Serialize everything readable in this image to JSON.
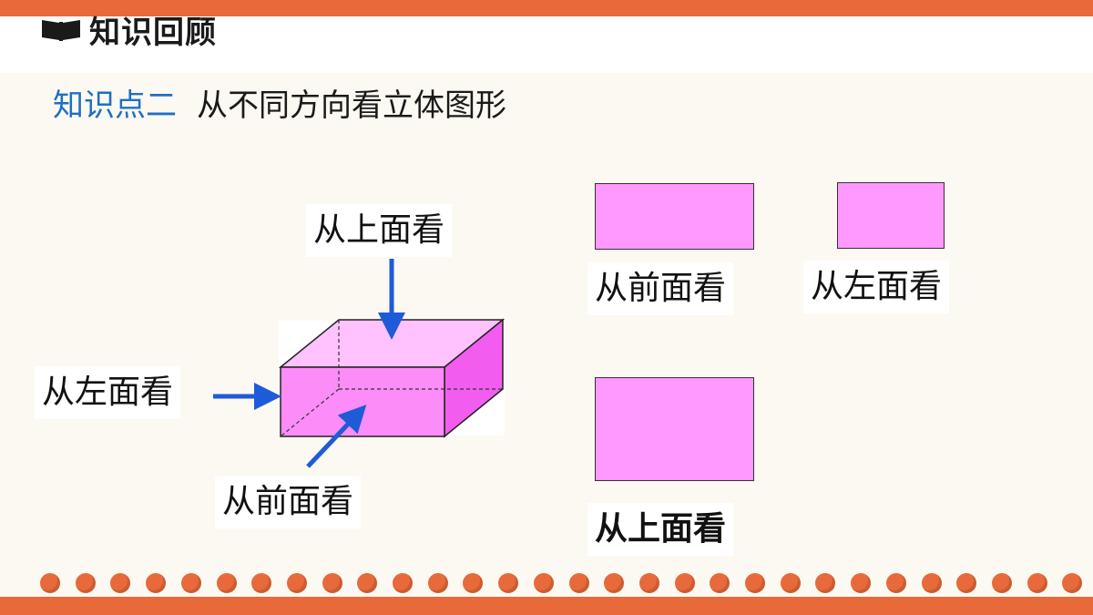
{
  "header": {
    "title": "知识回顾",
    "icon": "book-icon"
  },
  "section": {
    "number": "知识点二",
    "title": "从不同方向看立体图形"
  },
  "figure": {
    "label_top": "从上面看",
    "label_left": "从左面看",
    "label_front": "从前面看"
  },
  "views": {
    "front_label": "从前面看",
    "left_label": "从左面看",
    "top_label": "从上面看"
  },
  "colors": {
    "accent": "#e8693a",
    "section_number": "#1f6fc5",
    "view_fill": "#ff99ff",
    "arrow": "#1e5bd8"
  }
}
